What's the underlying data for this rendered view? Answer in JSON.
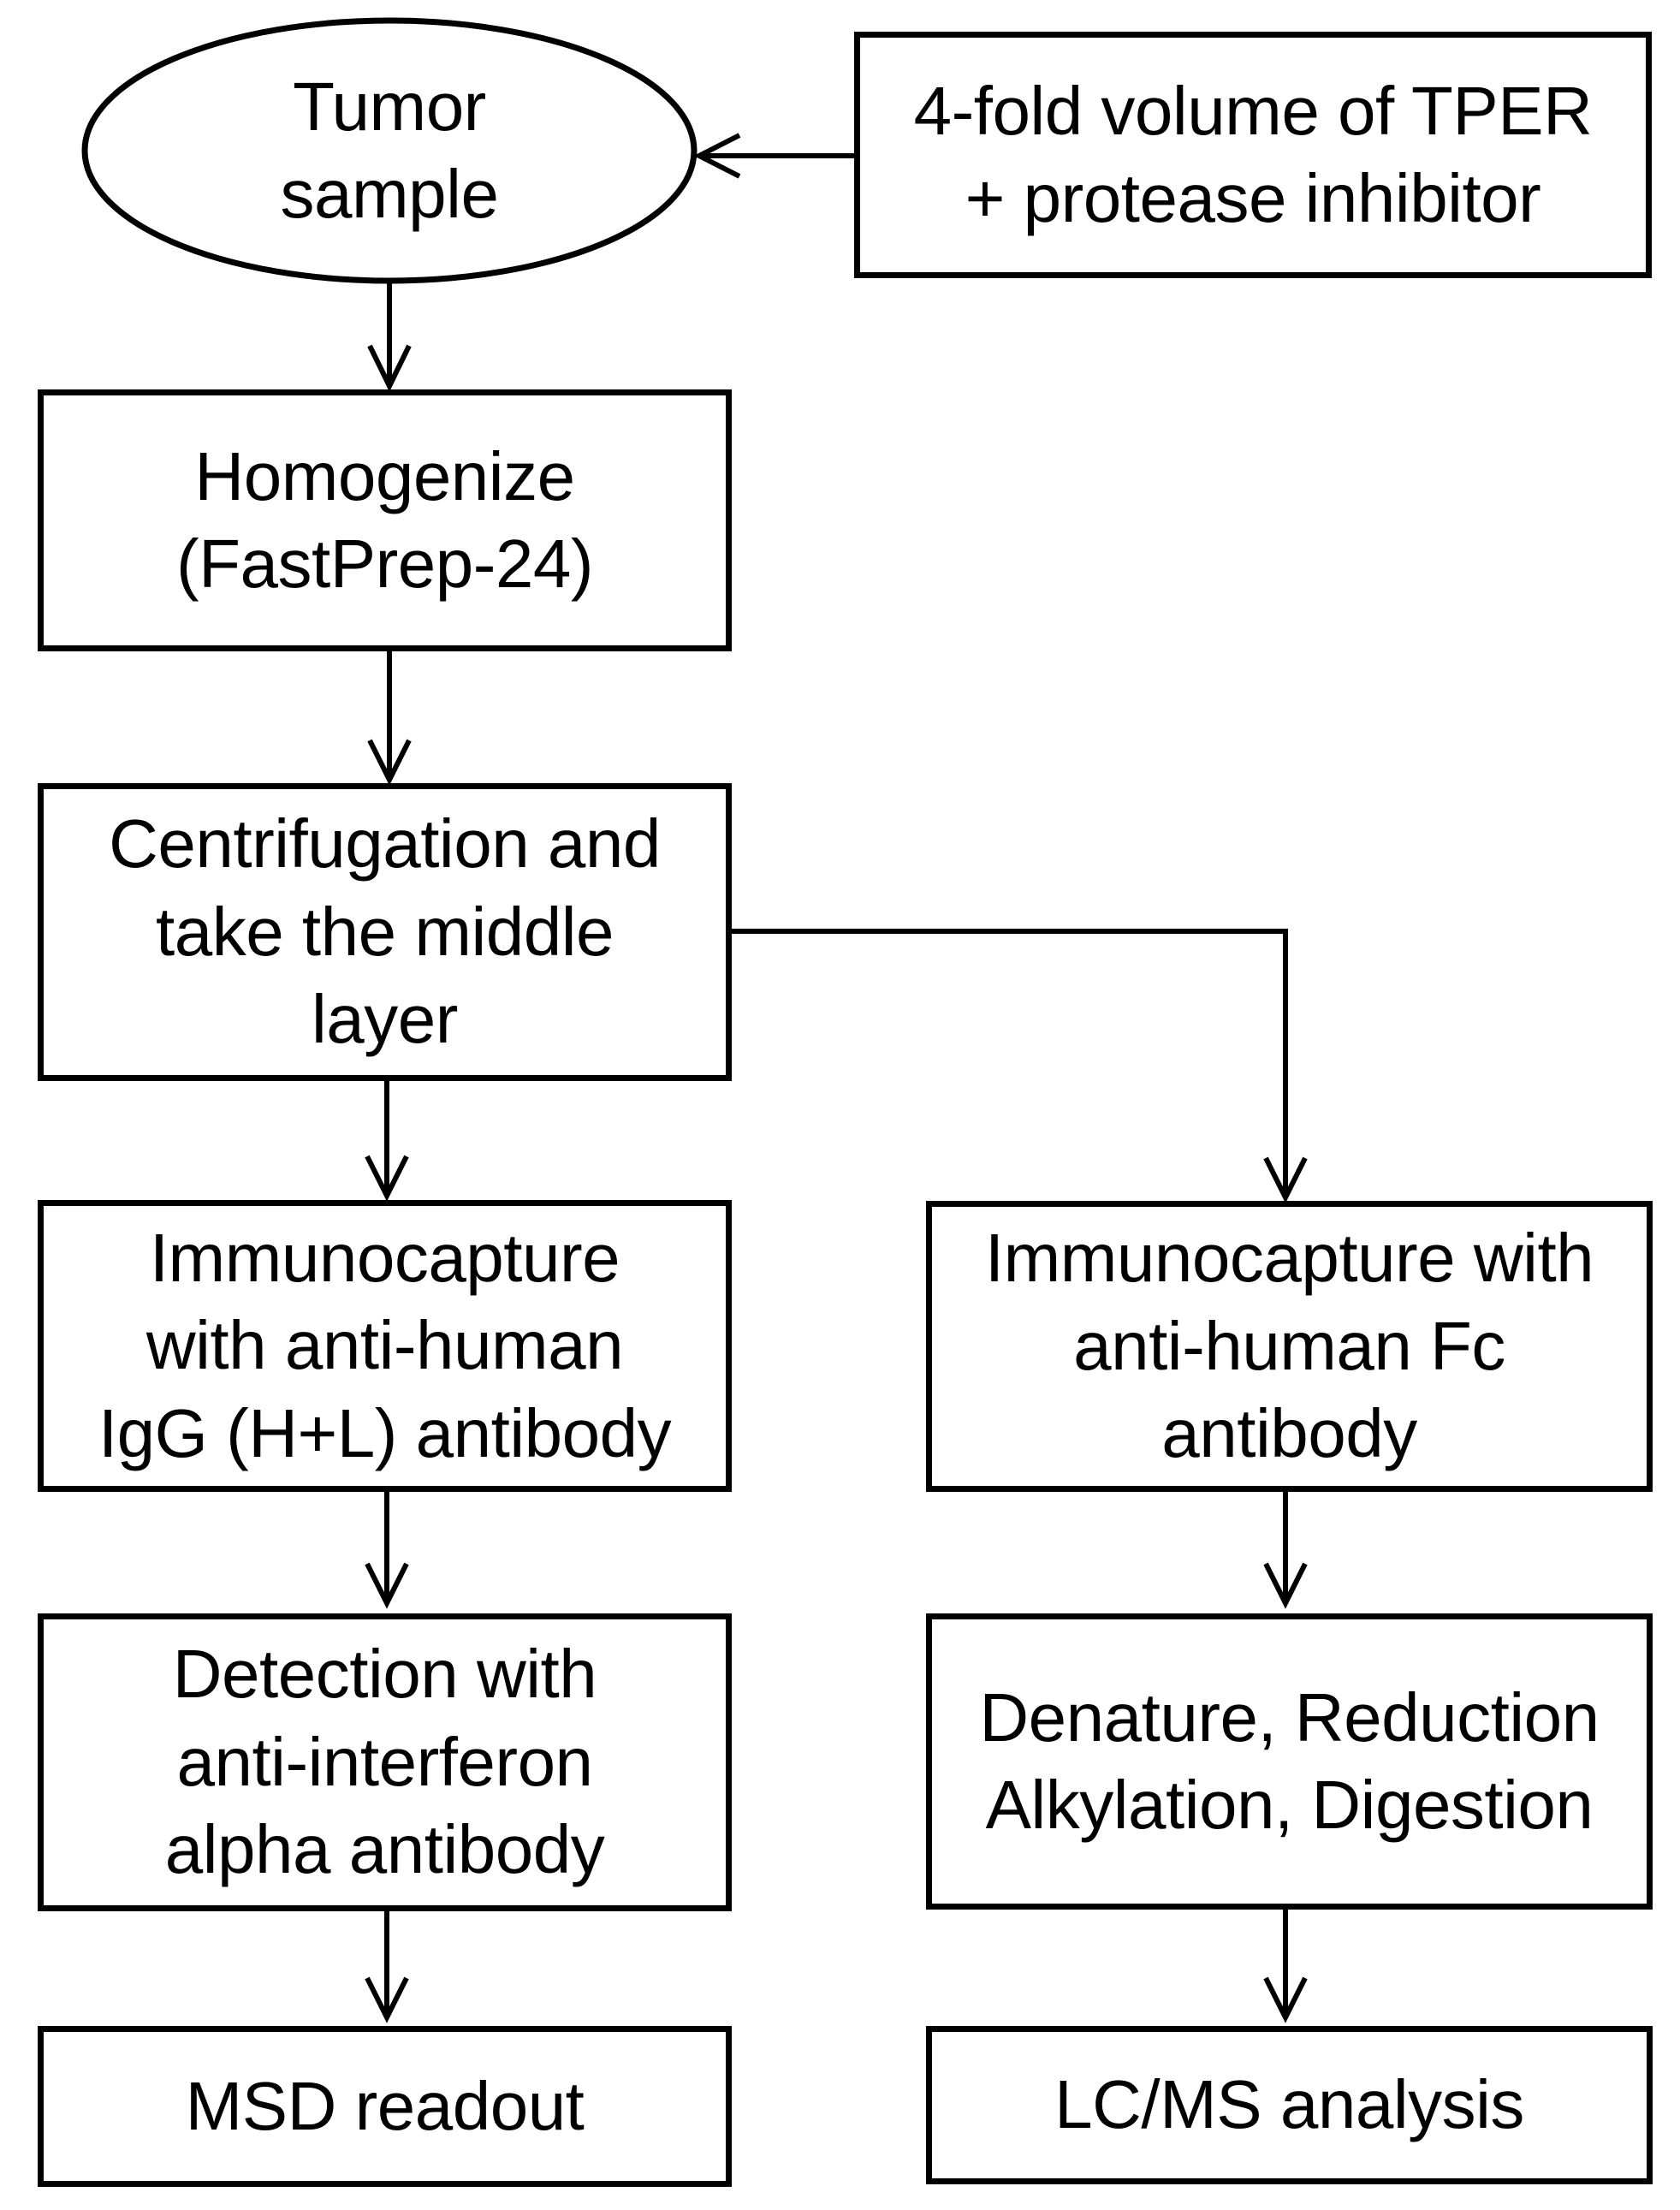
{
  "figure": {
    "type": "flowchart",
    "colors": {
      "background": "#ffffff",
      "line": "#000000",
      "text": "#000000"
    },
    "nodes": {
      "tumor_sample": {
        "shape": "ellipse",
        "label": "Tumor\nsample"
      },
      "tper": {
        "shape": "rectangle",
        "label": "4-fold volume of TPER\n+ protease inhibitor"
      },
      "homogenize": {
        "shape": "rectangle",
        "label": "Homogenize\n(FastPrep-24)"
      },
      "centrifugation": {
        "shape": "rectangle",
        "label": "Centrifugation and\ntake the middle\nlayer"
      },
      "immunocapture_igg": {
        "shape": "rectangle",
        "label": "Immunocapture\nwith anti-human\nIgG (H+L) antibody"
      },
      "immunocapture_fc": {
        "shape": "rectangle",
        "label": "Immunocapture with\nanti-human Fc\nantibody"
      },
      "detection": {
        "shape": "rectangle",
        "label": "Detection with\nanti-interferon\nalpha antibody"
      },
      "denature": {
        "shape": "rectangle",
        "label": "Denature, Reduction\nAlkylation, Digestion"
      },
      "msd": {
        "shape": "rectangle",
        "label": "MSD readout"
      },
      "lcms": {
        "shape": "rectangle",
        "label": "LC/MS analysis"
      }
    },
    "edges": [
      {
        "from": "tper",
        "to": "tumor_sample"
      },
      {
        "from": "tumor_sample",
        "to": "homogenize"
      },
      {
        "from": "homogenize",
        "to": "centrifugation"
      },
      {
        "from": "centrifugation",
        "to": "immunocapture_igg"
      },
      {
        "from": "centrifugation",
        "to": "immunocapture_fc"
      },
      {
        "from": "immunocapture_igg",
        "to": "detection"
      },
      {
        "from": "immunocapture_fc",
        "to": "denature"
      },
      {
        "from": "detection",
        "to": "msd"
      },
      {
        "from": "denature",
        "to": "lcms"
      }
    ]
  }
}
